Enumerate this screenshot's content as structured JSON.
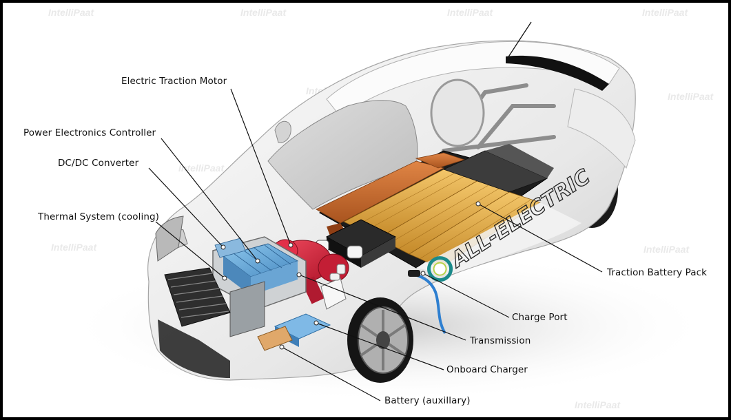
{
  "labels": {
    "electric_traction_motor": "Electric Traction Motor",
    "power_electronics_controller": "Power Electronics Controller",
    "dc_dc_converter": "DC/DC Converter",
    "thermal_system": "Thermal System (cooling)",
    "traction_battery_pack": "Traction Battery Pack",
    "charge_port": "Charge Port",
    "transmission": "Transmission",
    "onboard_charger": "Onboard Charger",
    "battery_auxiliary": "Battery (auxillary)"
  },
  "car_decal": "ALL-ELECTRIC",
  "watermark": "IntelliPaat",
  "colors": {
    "frame": "#000000",
    "background": "#ffffff",
    "body_white": "#f2f2f2",
    "battery_orange": "#d9a441",
    "module_copper": "#c0642b",
    "motor_red": "#d8203a",
    "radiator_blue": "#5fa6d8",
    "charge_cable_blue": "#2e7fd0",
    "leader_line": "#111111"
  }
}
